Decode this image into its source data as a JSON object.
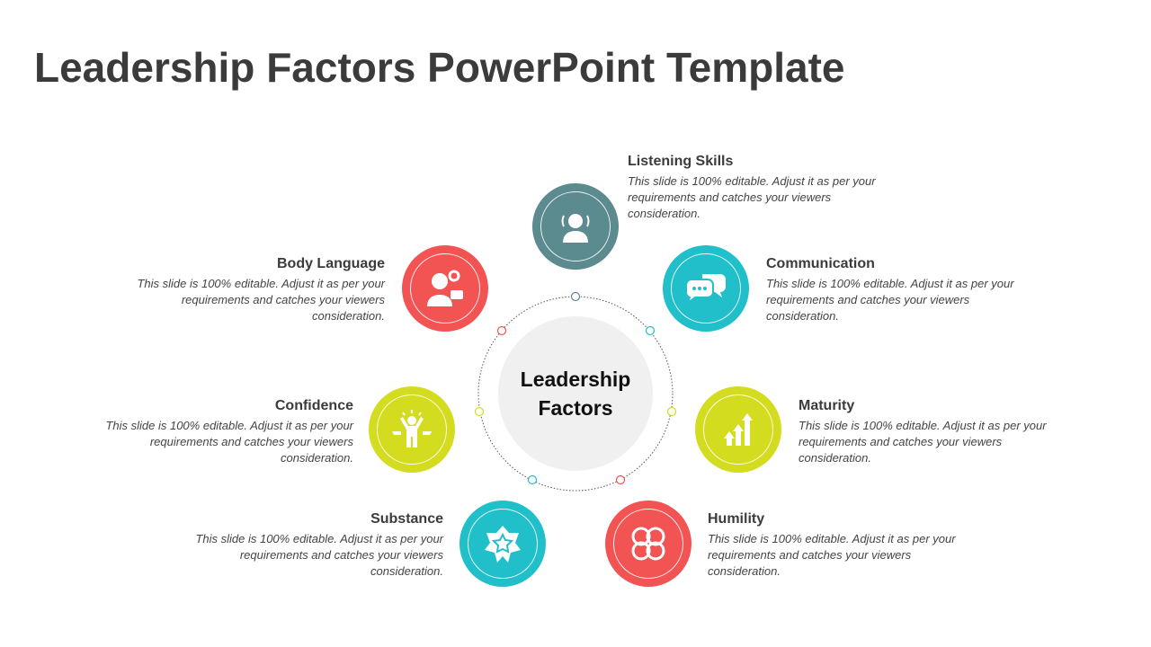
{
  "title": "Leadership Factors PowerPoint Template",
  "center": {
    "line1": "Leadership",
    "line2": "Factors"
  },
  "colors": {
    "slate": "#5b8a8f",
    "red": "#f25454",
    "cyan": "#21bfc9",
    "lime": "#d3dc1f"
  },
  "items": [
    {
      "title": "Listening Skills",
      "desc": "This slide is 100%  editable. Adjust it as per your requirements and catches your viewers consideration.",
      "icon": "listening-person-icon"
    },
    {
      "title": "Communication",
      "desc": "This slide is 100%  editable. Adjust it as per your requirements and catches your viewers consideration.",
      "icon": "chat-bubbles-icon"
    },
    {
      "title": "Maturity",
      "desc": "This slide is 100%  editable. Adjust it as per your requirements and catches your viewers consideration.",
      "icon": "growth-arrows-icon"
    },
    {
      "title": "Humility",
      "desc": "This slide is 100%  editable. Adjust it as per your requirements and catches your viewers consideration.",
      "icon": "interlocked-rings-icon"
    },
    {
      "title": "Substance",
      "desc": "This slide is 100%  editable. Adjust it as per your requirements and catches your viewers consideration.",
      "icon": "star-icon"
    },
    {
      "title": "Confidence",
      "desc": "This slide is 100%  editable. Adjust it as per your requirements and catches your viewers consideration.",
      "icon": "confident-person-icon"
    },
    {
      "title": "Body Language",
      "desc": "This slide is 100%  editable. Adjust it as per your requirements and catches your viewers consideration.",
      "icon": "person-gesture-icon"
    }
  ]
}
